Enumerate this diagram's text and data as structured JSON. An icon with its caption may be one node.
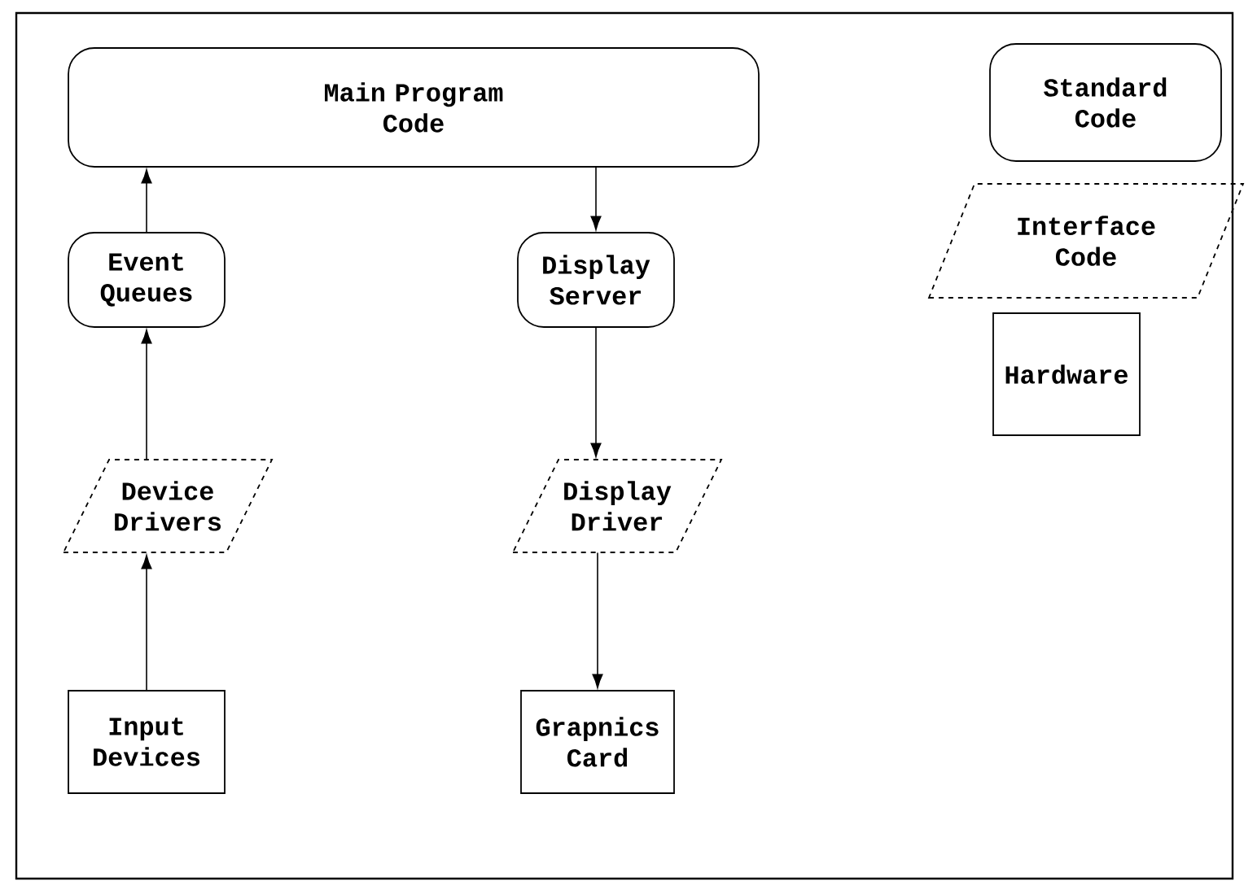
{
  "diagram": {
    "nodes": [
      {
        "text": [
          "Main Program Code"
        ]
      },
      {
        "text": [
          "Event Queues"
        ]
      },
      {
        "text": [
          "Display Server"
        ]
      },
      {
        "text": [
          "Device Drivers"
        ]
      },
      {
        "text": [
          "Display Driver"
        ]
      },
      {
        "text": [
          "Input Devices"
        ]
      },
      {
        "text": [
          "Grapnics Card"
        ]
      }
    ],
    "edges": [
      {
        "from": 1,
        "to": 0,
        "arrow": "to"
      },
      {
        "from": 0,
        "to": 2,
        "arrow": "to"
      },
      {
        "from": 3,
        "to": 1,
        "arrow": "to"
      },
      {
        "from": 5,
        "to": 3,
        "arrow": "to"
      },
      {
        "from": 2,
        "to": 4,
        "arrow": "to"
      },
      {
        "from": 4,
        "to": 6,
        "arrow": "to"
      }
    ],
    "legend": [
      {
        "text": "Standard Code"
      },
      {
        "text": "Interface Code"
      },
      {
        "text": "Hardware"
      }
    ]
  }
}
